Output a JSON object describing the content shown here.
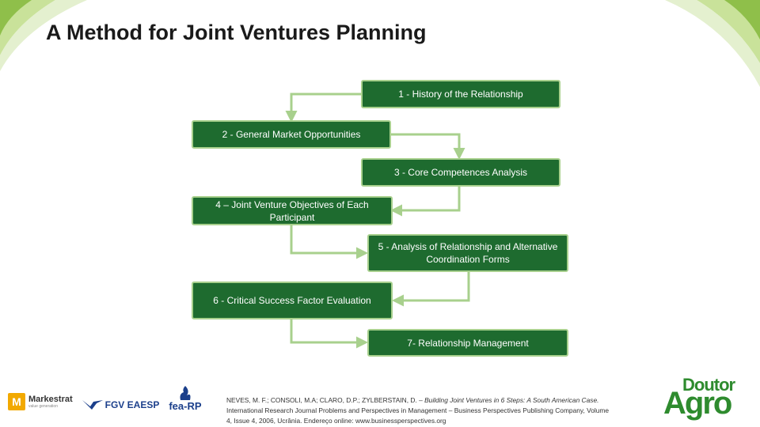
{
  "slide": {
    "title": "A Method for Joint Ventures Planning"
  },
  "steps": [
    {
      "label": "1 - History of the Relationship"
    },
    {
      "label": "2 - General Market Opportunities"
    },
    {
      "label": "3 - Core Competences Analysis"
    },
    {
      "label": "4 – Joint Venture Objectives of Each Participant"
    },
    {
      "label": "5 - Analysis of Relationship and Alternative Coordination Forms"
    },
    {
      "label": "6 - Critical Success Factor Evaluation"
    },
    {
      "label": "7- Relationship Management"
    }
  ],
  "citation": {
    "authors": "NEVES, M. F.; CONSOLI, M.A; CLARO, D.P.; ZYLBERSTAIN, D. –",
    "title_italic": "Building Joint Ventures in 6 Steps: A South American Case.",
    "rest": "International Research Journal Problems and Perspectives in Management – Business Perspectives Publishing Company, Volume 4, Issue 4, 2006, Ucrânia. Endereço online: www.businessperspectives.org"
  },
  "logos": {
    "markestrat": "Markestrat",
    "markestrat_mark": "M",
    "markestrat_sub": "value generation",
    "fgv": "FGV EAESP",
    "fearp": "fea-RP",
    "doutor_top": "Doutor",
    "doutor_bottom": "Agro"
  },
  "colors": {
    "box_fill": "#1e6b2f",
    "box_border": "#a8d08d",
    "connector": "#a8d08d",
    "corner_green": "#b5d67a"
  }
}
